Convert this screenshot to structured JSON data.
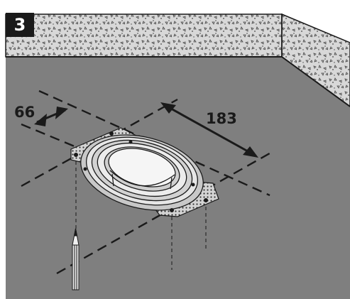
{
  "step": {
    "number": "3"
  },
  "dimensions": {
    "width": "66",
    "length": "183"
  },
  "colors": {
    "floor": "#7f7f7f",
    "wall": "#d8d8d8",
    "line": "#1a1a1a",
    "plate": "#bfbfbf",
    "ring": "#e8e8e8"
  },
  "icons": [
    "pencil-icon",
    "perforated-plate",
    "flange-ring"
  ]
}
